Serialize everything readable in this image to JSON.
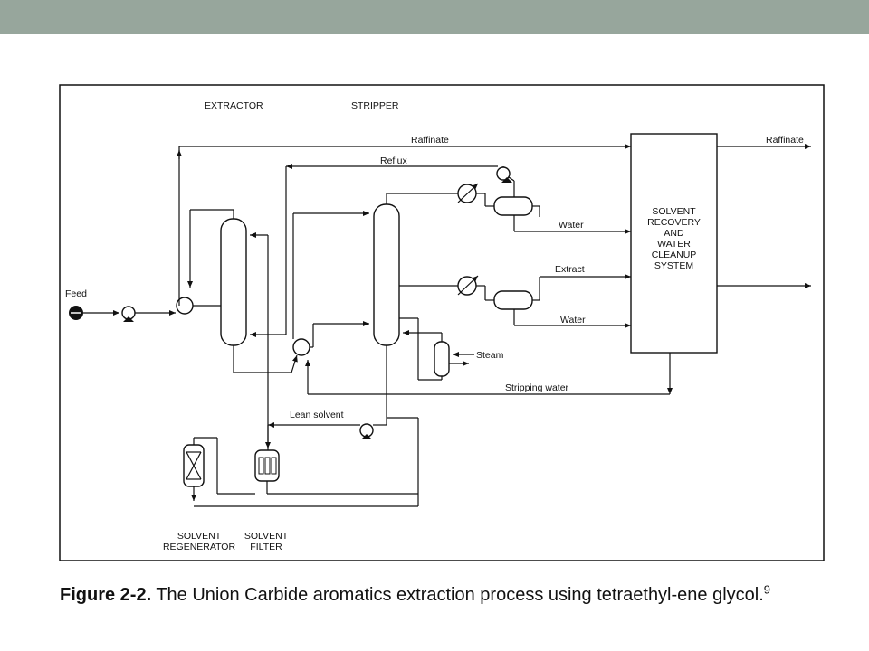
{
  "diagram": {
    "section_labels": {
      "extractor": "EXTRACTOR",
      "stripper": "STRIPPER"
    },
    "streams": {
      "feed": "Feed",
      "raffinate_top": "Raffinate",
      "raffinate_out": "Raffinate",
      "reflux": "Reflux",
      "water_upper": "Water",
      "extract": "Extract",
      "water_lower": "Water",
      "steam": "Steam",
      "stripping_water": "Stripping water",
      "lean_solvent": "Lean solvent"
    },
    "recovery_system": [
      "SOLVENT",
      "RECOVERY",
      "AND",
      "WATER",
      "CLEANUP",
      "SYSTEM"
    ],
    "regenerator": [
      "SOLVENT",
      "REGENERATOR"
    ],
    "filter": [
      "SOLVENT",
      "FILTER"
    ]
  },
  "caption": {
    "figure_label": "Figure 2-2.",
    "text": "The Union Carbide aromatics extraction process using tetraethyl-ene glycol.",
    "superscript": "9"
  }
}
